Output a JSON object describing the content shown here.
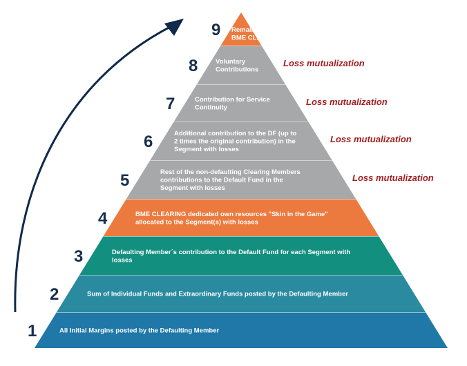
{
  "colors": {
    "arrow": "#0f2a4a",
    "number": "#1a2e4f",
    "loss_text": "#a32020",
    "level_1": "#1f78a8",
    "level_2": "#2a8aa0",
    "level_3": "#138f7f",
    "level_4": "#ec7a3e",
    "level_5": "#a7a8aa",
    "level_6": "#a7a8aa",
    "level_7": "#a7a8aa",
    "level_8": "#a7a8aa",
    "level_9": "#ec7a3e"
  },
  "levels": [
    {
      "number": "1",
      "lines": [
        "All Initial Margins posted by the Defaulting Member"
      ],
      "loss": ""
    },
    {
      "number": "2",
      "lines": [
        "Sum of Individual Funds and Extraordinary Funds posted by the Defaulting Member"
      ],
      "loss": ""
    },
    {
      "number": "3",
      "lines": [
        "Defaulting Member´s contribution to the Default Fund for each Segment with",
        "losses"
      ],
      "loss": ""
    },
    {
      "number": "4",
      "lines": [
        "BME CLEARING dedicated own resources \"Skin in the Game\"",
        "allocated to the Segment(s) with losses"
      ],
      "loss": ""
    },
    {
      "number": "5",
      "lines": [
        "Rest of the non-defaulting Clearing Members",
        "contributions to the Default Fund in the",
        "Segment with losses"
      ],
      "loss": "Loss mutualization"
    },
    {
      "number": "6",
      "lines": [
        "Additional contribution to the DF (up to",
        "2 times the original contribution) in the",
        "Segment with losses"
      ],
      "loss": "Loss mutualization"
    },
    {
      "number": "7",
      "lines": [
        "Contribution for Service",
        "Continuity"
      ],
      "loss": "Loss mutualization"
    },
    {
      "number": "8",
      "lines": [
        "Voluntary",
        "Contributions"
      ],
      "loss": "Loss mutualization"
    },
    {
      "number": "9",
      "lines": [
        "Remaining free",
        "BME CLEARING Equity"
      ],
      "loss": ""
    }
  ]
}
